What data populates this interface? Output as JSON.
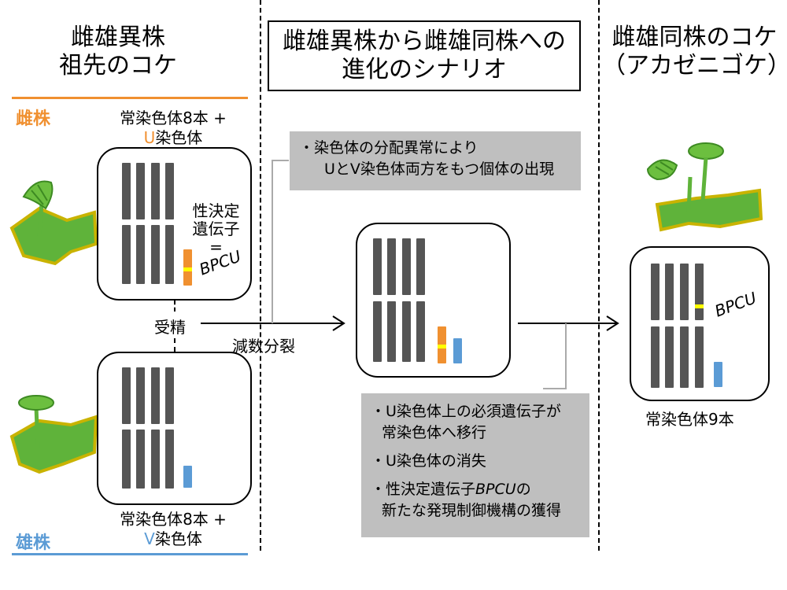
{
  "columns": {
    "left_title": [
      "雌雄異株",
      "祖先のコケ"
    ],
    "center_title": [
      "雌雄異株から雌雄同株への",
      "進化のシナリオ"
    ],
    "right_title": [
      "雌雄同株のコケ",
      "（アカゼニゴケ）"
    ]
  },
  "female": {
    "label": "雌株",
    "chromosomes": [
      "常染色体8本 + ",
      "U",
      "染色体"
    ],
    "sex_gene": [
      "性決定",
      "遺伝子",
      "=",
      "BPCU"
    ]
  },
  "male": {
    "label": "雄株",
    "chromosomes": [
      "常染色体8本 + ",
      "V",
      "染色体"
    ]
  },
  "arrows": {
    "fertilization": "受精",
    "meiosis": "減数分裂"
  },
  "note_top": [
    "・染色体の分配異常により",
    "UとV染色体両方をもつ個体の出現"
  ],
  "note_bottom": {
    "items": [
      [
        "・U染色体上の必須遺伝子が",
        "常染色体へ移行"
      ],
      [
        "・U染色体の消失"
      ],
      [
        "・性決定遺伝子",
        "BPCU",
        "の",
        "新たな発現制御機構の獲得"
      ]
    ]
  },
  "result": {
    "gene_label": "BPCU",
    "caption": "常染色体9本"
  },
  "colors": {
    "female": "#f09030",
    "male": "#5b9bd5",
    "chromosome": "#555555",
    "marker": "#ffff00",
    "note_bg": "#bfbfbf",
    "plant_fill": "#5fb33a",
    "plant_edge": "#c9b300"
  }
}
